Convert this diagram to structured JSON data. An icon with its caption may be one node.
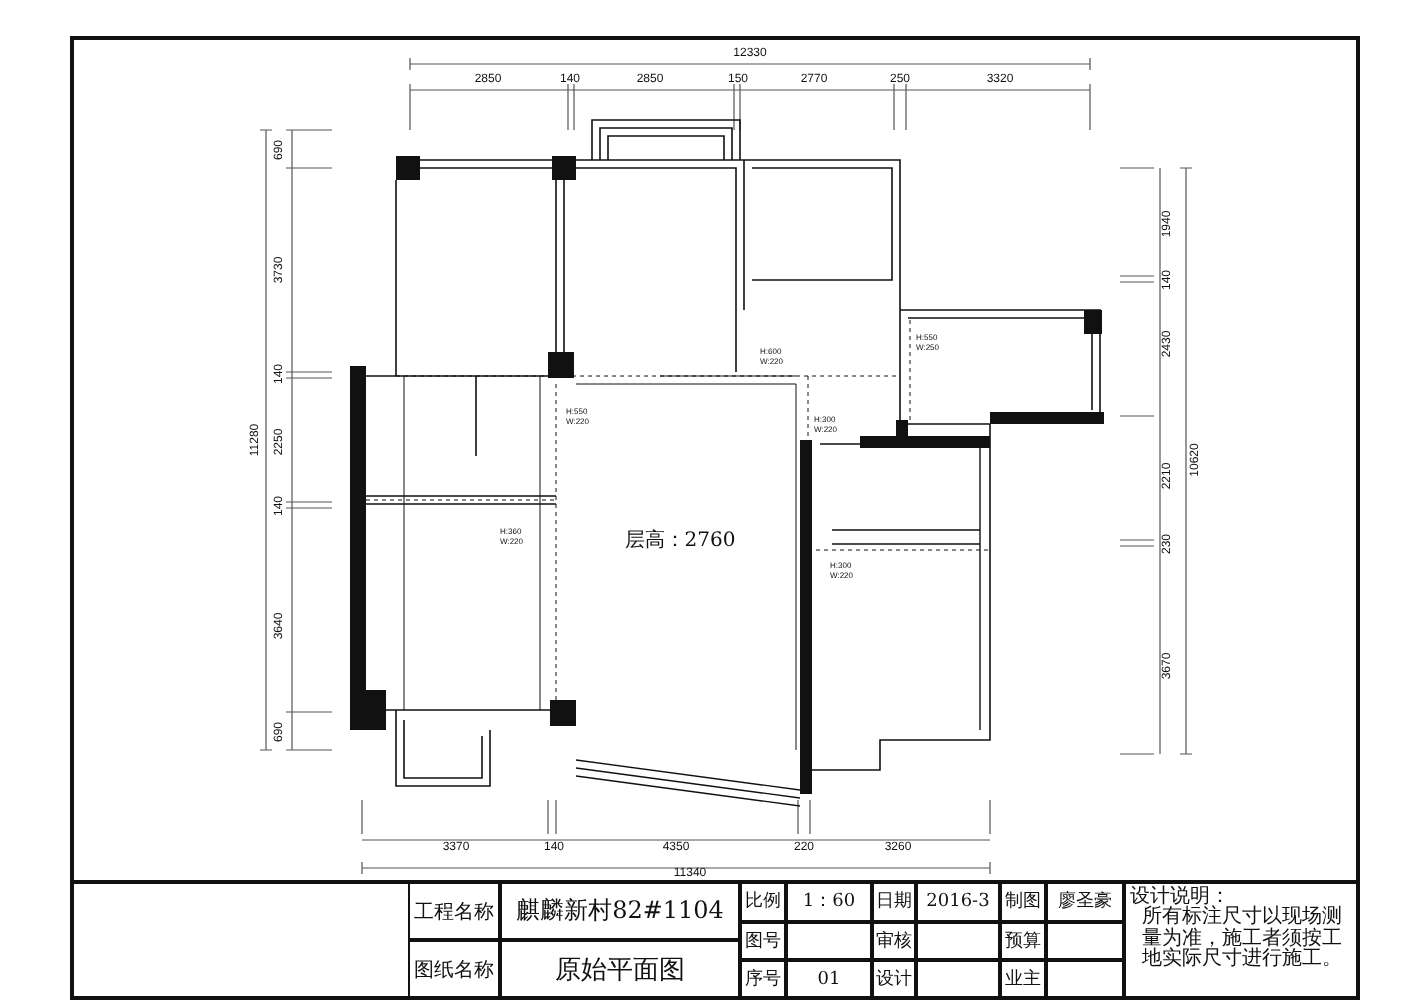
{
  "diagram": {
    "labels": [
      "12330",
      "2850",
      "140",
      "2850",
      "150",
      "2770",
      "250",
      "3320",
      "11280",
      "690",
      "3730",
      "140",
      "2250",
      "140",
      "3640",
      "690",
      "1940",
      "140",
      "2430",
      "2210",
      "230",
      "3670",
      "10620",
      "H:600 W:220",
      "H:550 W:250",
      "H:550 W:220",
      "H:300 W:220",
      "H:360 W:220",
      "层高：2760",
      "H:300 W:220",
      "3370",
      "140",
      "4350",
      "220",
      "3260",
      "11340",
      "工程名称",
      "麒麟新村82#1104",
      "比例",
      "1：60",
      "日期",
      "2016-3",
      "制图",
      "廖圣豪",
      "设计说明：",
      "所有标注尺寸以现场测量为准，施工者须按工地实际尺寸进行施工。",
      "图号",
      "审核",
      "预算",
      "图纸名称",
      "原始平面图",
      "序号",
      "01",
      "设计",
      "业主"
    ]
  }
}
